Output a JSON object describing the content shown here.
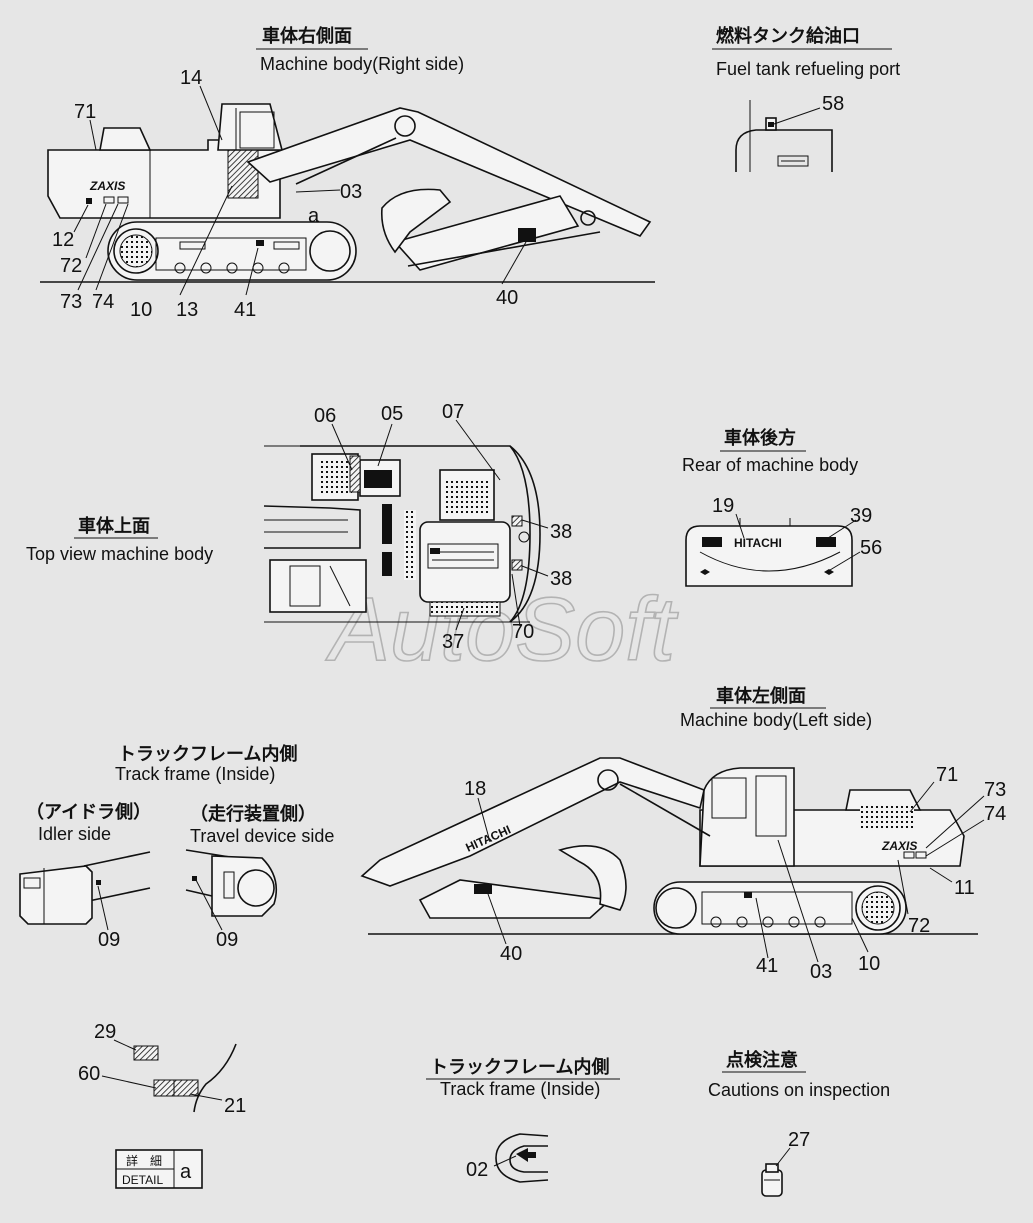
{
  "watermark": "AutoSoft",
  "sections": {
    "right_side": {
      "title_jp": "車体右側面",
      "title_en": "Machine body(Right side)"
    },
    "fuel_tank": {
      "title_jp": "燃料タンク給油口",
      "title_en": "Fuel tank refueling port"
    },
    "top_view": {
      "title_jp": "車体上面",
      "title_en": "Top view machine body"
    },
    "rear": {
      "title_jp": "車体後方",
      "title_en": "Rear of machine body"
    },
    "left_side": {
      "title_jp": "車体左側面",
      "title_en": "Machine body(Left side)"
    },
    "track_inside_upper": {
      "title_jp": "トラックフレーム内側",
      "title_en": "Track frame (Inside)"
    },
    "idler_side": {
      "title_jp": "（アイドラ側）",
      "title_en": "Idler side"
    },
    "travel_side": {
      "title_jp": "（走行装置側）",
      "title_en": "Travel device side"
    },
    "track_inside_lower": {
      "title_jp": "トラックフレーム内側",
      "title_en": "Track frame (Inside)"
    },
    "inspection": {
      "title_jp": "点検注意",
      "title_en": "Cautions on inspection"
    }
  },
  "brand": {
    "zaxis": "ZAXIS",
    "hitachi": "HITACHI"
  },
  "detail_box": {
    "jp": "詳　細",
    "en": "DETAIL",
    "letter": "a"
  },
  "detail_marker": "a",
  "callouts": {
    "rs_71": "71",
    "rs_14": "14",
    "rs_03": "03",
    "rs_a": "a",
    "rs_12": "12",
    "rs_72": "72",
    "rs_73": "73",
    "rs_74": "74",
    "rs_10": "10",
    "rs_13": "13",
    "rs_41": "41",
    "rs_40": "40",
    "ft_58": "58",
    "tv_06": "06",
    "tv_05": "05",
    "tv_07": "07",
    "tv_38a": "38",
    "tv_38b": "38",
    "tv_37": "37",
    "tv_70": "70",
    "rr_19": "19",
    "rr_39": "39",
    "rr_56": "56",
    "ls_18": "18",
    "ls_71": "71",
    "ls_73": "73",
    "ls_74": "74",
    "ls_11": "11",
    "ls_72": "72",
    "ls_40": "40",
    "ls_41": "41",
    "ls_03": "03",
    "ls_10": "10",
    "id_09": "09",
    "tr_09": "09",
    "dt_29": "29",
    "dt_60": "60",
    "dt_21": "21",
    "tf_02": "02",
    "ci_27": "27"
  }
}
